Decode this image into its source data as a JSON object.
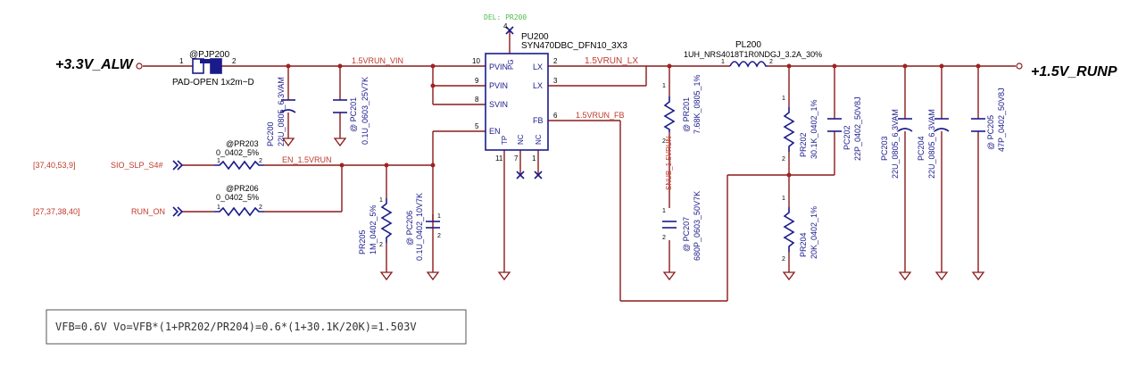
{
  "rails": {
    "input": "+3.3V_ALW",
    "output": "+1.5V_RUNP"
  },
  "ic": {
    "refdes": "PU200",
    "part": "SYN470DBC_DFN10_3X3",
    "del_note": "DEL: PR200",
    "pins": {
      "pvin_a": "PVIN",
      "pvin_b": "PVIN",
      "svin": "SVIN",
      "en": "EN",
      "tp": "TP",
      "nc1": "NC",
      "nc2": "NC",
      "pg": "PG",
      "lx_a": "LX",
      "lx_b": "LX",
      "fb": "FB"
    },
    "pin_numbers": {
      "p10": "10",
      "p9": "9",
      "p8": "8",
      "p5": "5",
      "p11": "11",
      "p7": "7",
      "p1": "1",
      "p4": "4",
      "p2": "2",
      "p3": "3",
      "p6": "6"
    }
  },
  "nets": {
    "vin": "1.5VRUN_VIN",
    "lx": "1.5VRUN_LX",
    "fb": "1.5VRUN_FB",
    "en": "EN_1.5VRUN",
    "snub": "SNUB_1.5VRUN"
  },
  "pjp200": {
    "ref": "@PJP200",
    "value": "PAD-OPEN 1x2m~D",
    "pin1": "1",
    "pin2": "2"
  },
  "pc200": {
    "ref": "PC200",
    "value": "22U_0805_6.3VAM"
  },
  "pc201": {
    "ref": "@ PC201",
    "value": "0.1U_0603_25V7K"
  },
  "pr203": {
    "ref": "@PR203",
    "value": "0_0402_5%",
    "pin1": "1",
    "pin2": "2"
  },
  "pr206": {
    "ref": "@PR206",
    "value": "0_0402_5%",
    "pin1": "1",
    "pin2": "2"
  },
  "pr205": {
    "ref": "PR205",
    "value": "1M_0402_5%",
    "pin1": "1",
    "pin2": "2"
  },
  "pc206": {
    "ref": "@ PC206",
    "value": "0.1U_0402_10V7K",
    "pin1": "1",
    "pin2": "2"
  },
  "ports": {
    "sio": {
      "label": "SIO_SLP_S4#",
      "refs": "[37,40,53,9]"
    },
    "run": {
      "label": "RUN_ON",
      "refs": "[27,37,38,40]"
    }
  },
  "pl200": {
    "ref": "PL200",
    "value": "1UH_NRS4018T1R0NDGJ_3.2A_30%",
    "pin1": "1",
    "pin2": "2"
  },
  "pr201": {
    "ref": "@ PR201",
    "value": "7.68K_0805_1%",
    "pin1": "1",
    "pin2": "2"
  },
  "pc207": {
    "ref": "@ PC207",
    "value": "680P_0603_50V7K",
    "pin1": "1",
    "pin2": "2"
  },
  "pr202": {
    "ref": "PR202",
    "value": "30.1K_0402_1%",
    "pin1": "1",
    "pin2": "2"
  },
  "pr204": {
    "ref": "PR204",
    "value": "20K_0402_1%",
    "pin1": "1",
    "pin2": "2"
  },
  "pc202": {
    "ref": "PC202",
    "value": "22P_0402_50V8J"
  },
  "pc203": {
    "ref": "PC203",
    "value": "22U_0805_6.3VAM"
  },
  "pc204": {
    "ref": "PC204",
    "value": "22U_0805_6.3VAM"
  },
  "pc205": {
    "ref": "@ PC205",
    "value": "47P_0402_50V8J"
  },
  "note": {
    "formula": "VFB=0.6V Vo=VFB*(1+PR202/PR204)=0.6*(1+30.1K/20K)=1.503V"
  },
  "colors": {
    "wire": "#8b1a1a",
    "component": "#1a1a8b",
    "label": "#c0392b",
    "note_green": "#4dbb4d"
  }
}
